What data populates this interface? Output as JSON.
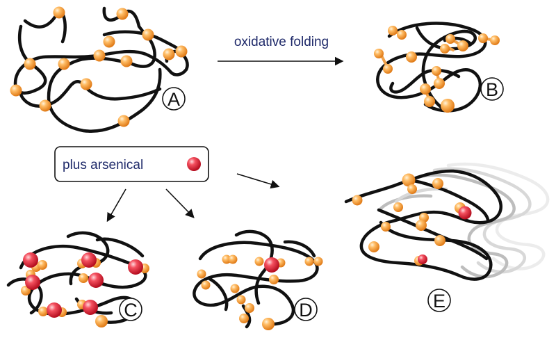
{
  "arrow_label": "oxidative folding",
  "arsenical_box": {
    "label": "plus arsenical"
  },
  "panels": [
    {
      "label": "A"
    },
    {
      "label": "B"
    },
    {
      "label": "C"
    },
    {
      "label": "D"
    },
    {
      "label": "E"
    }
  ],
  "colors": {
    "cysteine": "#f5a54a",
    "arsenical": "#e8263a",
    "chain": "#111111",
    "text": "#1f2a6a"
  }
}
